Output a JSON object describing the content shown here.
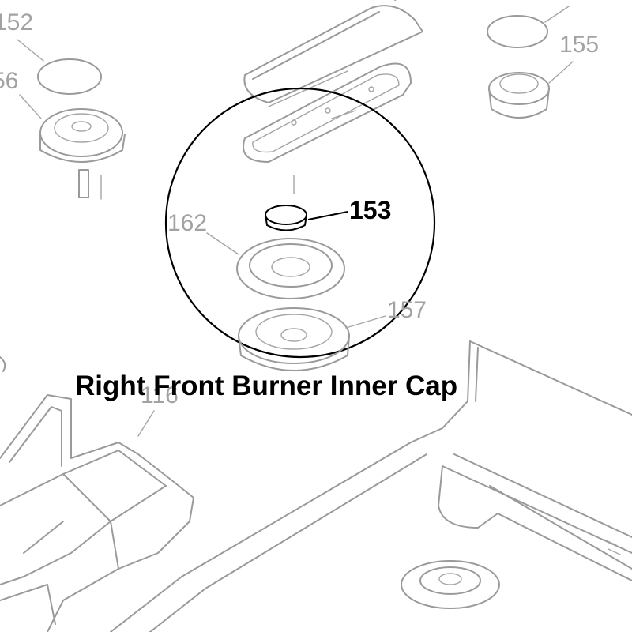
{
  "diagram": {
    "caption": "Right Front Burner Inner Cap",
    "highlight_part": "153",
    "part_numbers": {
      "p152": "152",
      "p156": "56",
      "p155": "155",
      "p162": "162",
      "p157": "157",
      "p116": "116"
    }
  },
  "colors": {
    "drawing": "#9a9a9a",
    "highlight": "#000000",
    "background": "#ffffff"
  }
}
